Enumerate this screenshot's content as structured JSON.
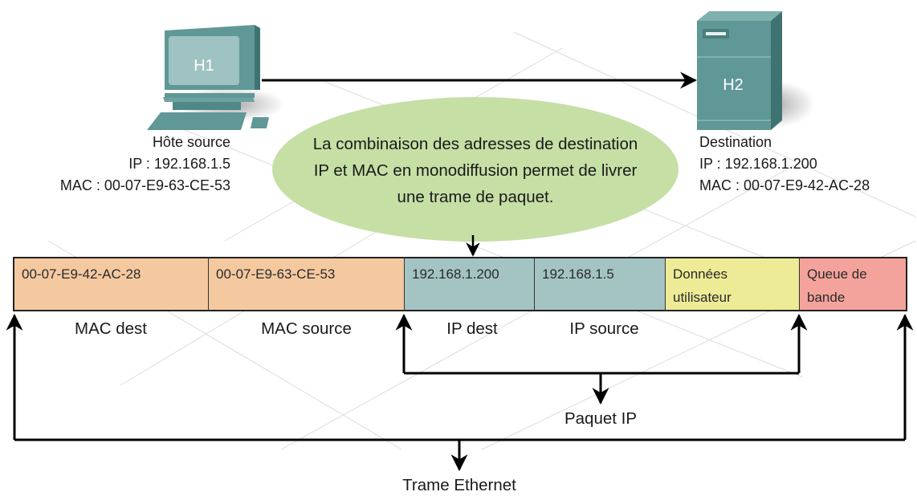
{
  "colors": {
    "mac": "#f4c9a0",
    "ip": "#a4c4c3",
    "data": "#eeeb96",
    "trailer": "#f3a39b",
    "bubble": "#c5dfa5",
    "device": "#5f9896"
  },
  "source_host": {
    "icon": "desktop-computer-icon",
    "badge": "H1",
    "title": "Hôte source",
    "ip": "IP : 192.168.1.5",
    "mac": "MAC : 00-07-E9-63-CE-53"
  },
  "destination_host": {
    "icon": "server-tower-icon",
    "badge": "H2",
    "title": "Destination",
    "ip": "IP : 192.168.1.200",
    "mac": "MAC : 00-07-E9-42-AC-28"
  },
  "bubble": {
    "lines": [
      "La combinaison des adresses de destination",
      "IP et MAC en monodiffusion permet de livrer",
      "une trame de paquet."
    ]
  },
  "frame": {
    "fields": [
      {
        "value": "00-07-E9-42-AC-28",
        "label": "MAC dest"
      },
      {
        "value": "00-07-E9-63-CE-53",
        "label": "MAC source"
      },
      {
        "value": "192.168.1.200",
        "label": "IP dest"
      },
      {
        "value": "192.168.1.5",
        "label": "IP source"
      },
      {
        "value_line1": "Données",
        "value_line2": "utilisateur",
        "label": ""
      },
      {
        "value_line1": "Queue de",
        "value_line2": "bande",
        "label": ""
      }
    ]
  },
  "groups": {
    "ip_packet": "Paquet IP",
    "ethernet_frame": "Trame Ethernet"
  }
}
